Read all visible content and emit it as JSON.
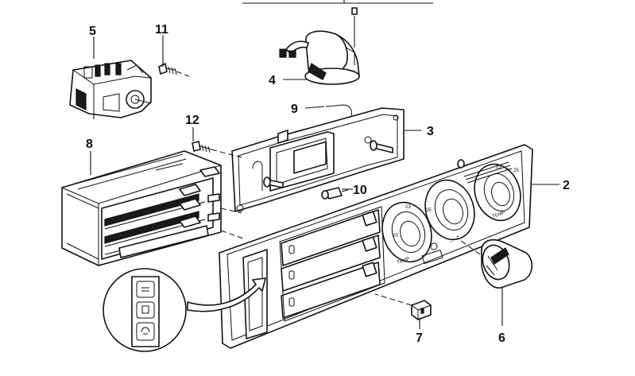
{
  "callouts": {
    "c2": "2",
    "c3": "3",
    "c4": "4",
    "c5": "5",
    "c6": "6",
    "c7": "7",
    "c8": "8",
    "c9": "9",
    "c10": "10",
    "c11": "11",
    "c12": "12"
  },
  "panel_markings": {
    "temp_label_left": "TEMP",
    "temp_label_right": "TEMP",
    "left_scale_top": "23",
    "left_scale_right": "25",
    "left_scale_left": "20",
    "right_scale_top": "23",
    "right_scale_right": "25",
    "minus_sign": "−",
    "plus_sign": "+"
  }
}
